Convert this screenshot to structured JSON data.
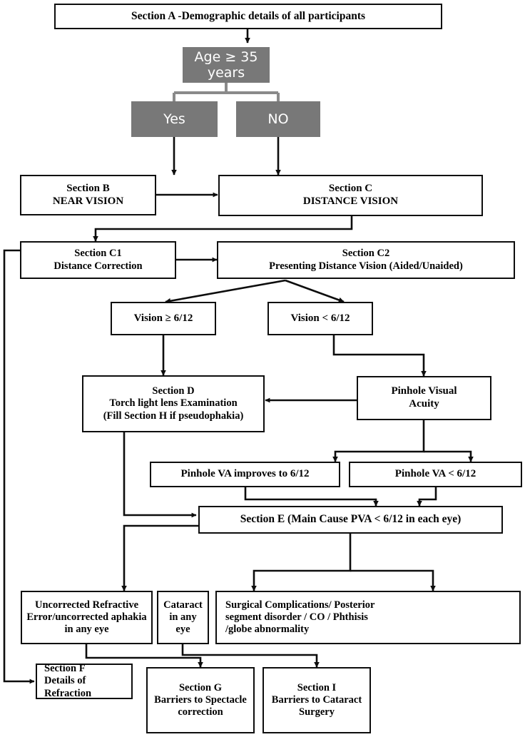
{
  "diagram": {
    "title": "Survey flowchart: sections A to I vision examination pathway",
    "colors": {
      "line": "#0d0d0d",
      "gray_box_fill": "#787878",
      "gray_connector": "#8a8a8a",
      "box_fill": "#ffffff",
      "text": "#000000",
      "gray_box_text": "#ffffff"
    },
    "nodes": {
      "section_a": "Section A -Demographic details of all participants",
      "age_gate": "Age ≥ 35\nyears",
      "yes": "Yes",
      "no": "NO",
      "section_b": "Section B\nNEAR VISION",
      "section_c": "Section C\nDISTANCE VISION",
      "section_c1": "Section C1\nDistance Correction",
      "section_c2": "Section C2\nPresenting Distance Vision (Aided/Unaided)",
      "vision_ge": "Vision ≥ 6/12",
      "vision_lt": "Vision < 6/12",
      "section_d": "Section D\nTorch light lens Examination\n(Fill Section H if pseudophakia)",
      "pinhole_va": "Pinhole Visual\nAcuity",
      "pinhole_improves": "Pinhole VA improves to 6/12",
      "pinhole_lt": "Pinhole VA < 6/12",
      "section_e": "Section E (Main Cause PVA < 6/12 in each eye)",
      "uncorrected_refractive": "Uncorrected Refractive\nError/uncorrected aphakia\nin any eye",
      "cataract": "Cataract\nin any\neye",
      "surgical_complications": "Surgical Complications/ Posterior\nsegment disorder / CO / Phthisis\n/globe abnormality",
      "section_f": "Section F\nDetails of Refraction",
      "section_g": "Section G\nBarriers to Spectacle\ncorrection",
      "section_i": "Section I\nBarriers to Cataract\nSurgery"
    }
  }
}
